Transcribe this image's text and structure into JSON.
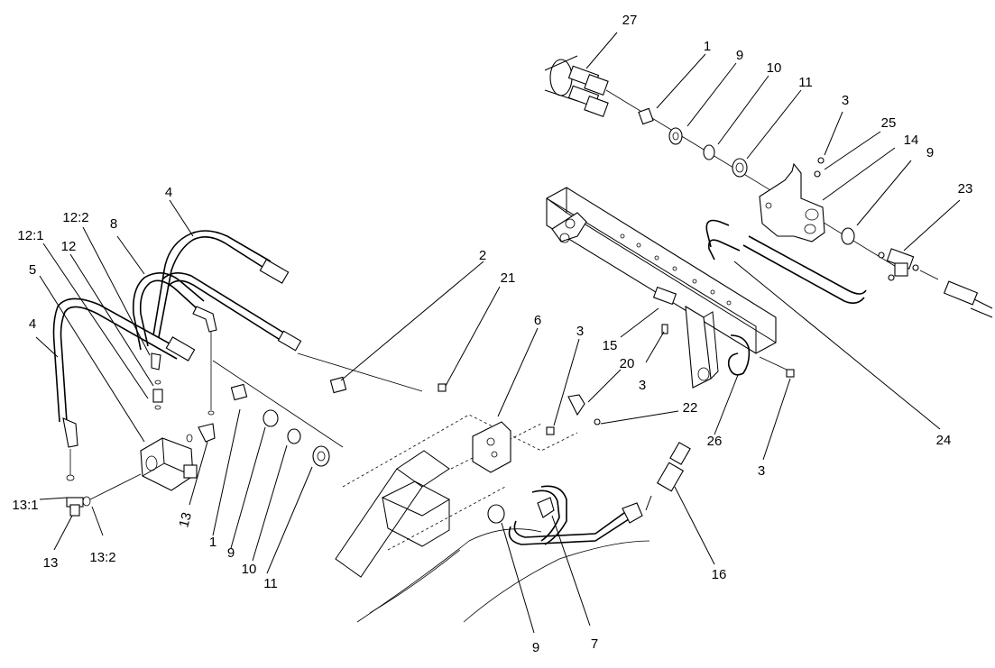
{
  "callouts": [
    {
      "id": "c27",
      "text": "27"
    },
    {
      "id": "c1a",
      "text": "1"
    },
    {
      "id": "c9a",
      "text": "9"
    },
    {
      "id": "c10a",
      "text": "10"
    },
    {
      "id": "c11a",
      "text": "11"
    },
    {
      "id": "c3a",
      "text": "3"
    },
    {
      "id": "c25",
      "text": "25"
    },
    {
      "id": "c14",
      "text": "14"
    },
    {
      "id": "c9b",
      "text": "9"
    },
    {
      "id": "c23",
      "text": "23"
    },
    {
      "id": "c4a",
      "text": "4"
    },
    {
      "id": "c12_2",
      "text": "12:2"
    },
    {
      "id": "c8",
      "text": "8"
    },
    {
      "id": "c12_1",
      "text": "12:1"
    },
    {
      "id": "c12",
      "text": "12"
    },
    {
      "id": "c5",
      "text": "5"
    },
    {
      "id": "c4b",
      "text": "4"
    },
    {
      "id": "c2",
      "text": "2"
    },
    {
      "id": "c21",
      "text": "21"
    },
    {
      "id": "c6",
      "text": "6"
    },
    {
      "id": "c3b",
      "text": "3"
    },
    {
      "id": "c15",
      "text": "15"
    },
    {
      "id": "c20",
      "text": "20"
    },
    {
      "id": "c3c",
      "text": "3"
    },
    {
      "id": "c22",
      "text": "22"
    },
    {
      "id": "c26",
      "text": "26"
    },
    {
      "id": "c24",
      "text": "24"
    },
    {
      "id": "c3d",
      "text": "3"
    },
    {
      "id": "c13_1",
      "text": "13:1"
    },
    {
      "id": "c13a",
      "text": "13"
    },
    {
      "id": "c13_2",
      "text": "13:2"
    },
    {
      "id": "c13b",
      "text": "13"
    },
    {
      "id": "c1b",
      "text": "1"
    },
    {
      "id": "c9c",
      "text": "9"
    },
    {
      "id": "c10b",
      "text": "10"
    },
    {
      "id": "c11b",
      "text": "11"
    },
    {
      "id": "c16",
      "text": "16"
    },
    {
      "id": "c9d",
      "text": "9"
    },
    {
      "id": "c7",
      "text": "7"
    }
  ]
}
